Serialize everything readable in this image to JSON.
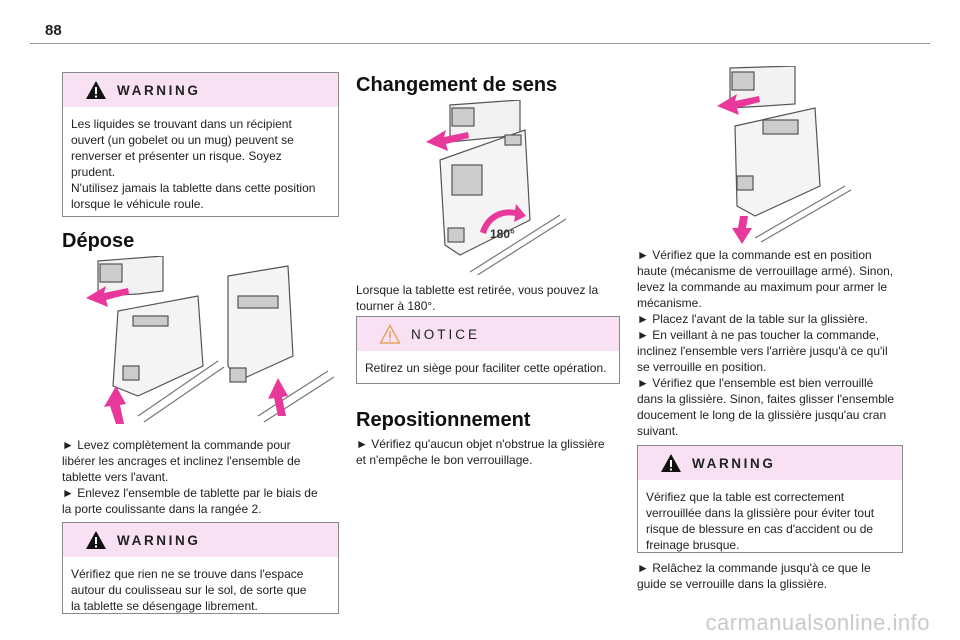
{
  "page": {
    "number": "88"
  },
  "col1": {
    "warning1": {
      "title": "WARNING",
      "lines": [
        "Les liquides se trouvant dans un récipient",
        "ouvert (un gobelet ou un mug) peuvent se",
        "renverser et présenter un risque. Soyez",
        "prudent.",
        "N'utilisez jamais la tablette dans cette position",
        "lorsque le véhicule roule."
      ]
    },
    "depose_heading": "Dépose",
    "depose_text": [
      "► Levez complètement la commande pour",
      "libérer les ancrages et inclinez l'ensemble de",
      "tablette vers l'avant.",
      "► Enlevez l'ensemble de tablette par le biais de",
      "la porte coulissante dans la rangée 2."
    ],
    "warning2": {
      "title": "WARNING",
      "lines": [
        "Vérifiez que rien ne se trouve dans l'espace",
        "autour du coulisseau sur le sol, de sorte que",
        "la tablette se désengage librement."
      ]
    }
  },
  "col2": {
    "heading": "Changement de sens",
    "rotation_label": "180°",
    "text": [
      "Lorsque la tablette est retirée, vous pouvez la",
      "tourner à 180°."
    ],
    "notice": {
      "title": "NOTICE",
      "lines": [
        "Retirez un siège pour faciliter cette opération."
      ]
    },
    "repos_heading": "Repositionnement",
    "repos_text": [
      "► Vérifiez qu'aucun objet n'obstrue la glissière",
      "et n'empêche le bon verrouillage."
    ]
  },
  "col3": {
    "text": [
      "► Vérifiez que la commande est en position",
      "haute (mécanisme de verrouillage armé). Sinon,",
      "levez la commande au maximum pour armer le",
      "mécanisme.",
      "► Placez l'avant de la table sur la glissière.",
      "► En veillant à ne pas toucher la commande,",
      "inclinez l'ensemble vers l'arrière jusqu'à ce qu'il",
      "se verrouille en position.",
      "► Vérifiez que l'ensemble est bien verrouillé",
      "dans la glissière. Sinon, faites glisser l'ensemble",
      "doucement le long de la glissière jusqu'au cran",
      "suivant."
    ],
    "warning": {
      "title": "WARNING",
      "lines": [
        "Vérifiez que la table est correctement",
        "verrouillée dans la glissière pour éviter tout",
        "risque de blessure en cas d'accident ou de",
        "freinage brusque."
      ]
    },
    "final_text": [
      "► Relâchez la commande jusqu'à ce que le",
      "guide se verrouille dans la glissière."
    ]
  },
  "watermark": "carmanualsonline.info",
  "colors": {
    "warning_bg": "#f7e1f2",
    "arrow": "#e8389c",
    "border": "#8a8a8a"
  }
}
